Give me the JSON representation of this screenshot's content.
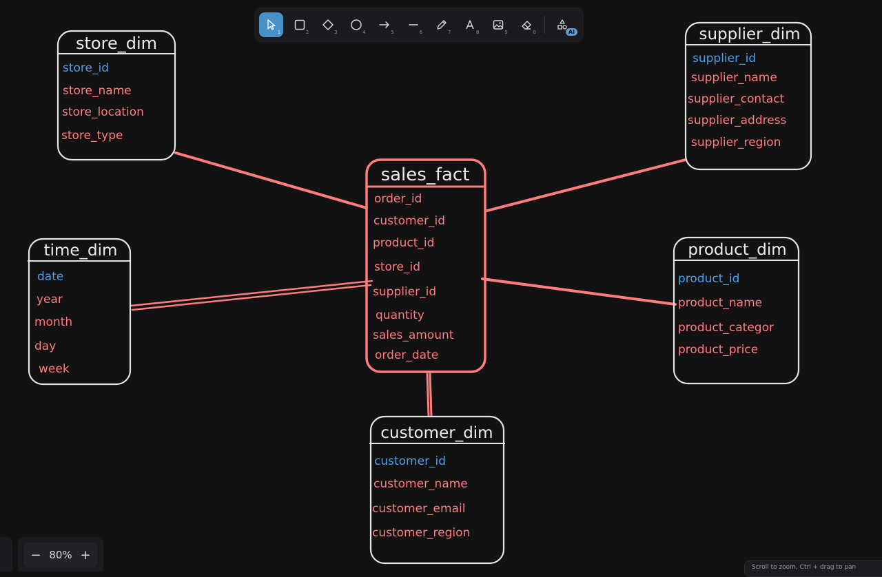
{
  "toolbar": {
    "tools": [
      {
        "name": "selection",
        "key": "1"
      },
      {
        "name": "rectangle",
        "key": "2"
      },
      {
        "name": "diamond",
        "key": "3"
      },
      {
        "name": "ellipse",
        "key": "4"
      },
      {
        "name": "arrow",
        "key": "5"
      },
      {
        "name": "line",
        "key": "6"
      },
      {
        "name": "draw",
        "key": "7"
      },
      {
        "name": "text",
        "key": "8"
      },
      {
        "name": "image",
        "key": "9"
      },
      {
        "name": "eraser",
        "key": "0"
      }
    ],
    "ai_label": "AI"
  },
  "zoom": {
    "level": "80%",
    "minus": "−",
    "plus": "+"
  },
  "footer_hint": "Scroll to zoom, Ctrl + drag to pan",
  "colors": {
    "pk": "#4f9ee8",
    "attr": "#ff7b7b",
    "title": "#ececec",
    "fact_stroke": "#ff7d7d",
    "dim_stroke": "#e6e6e6",
    "link": "#ff7d7d"
  },
  "tables": {
    "store_dim": {
      "title": "store_dim",
      "pk": "store_id",
      "fields": [
        "store_name",
        "store_location",
        "store_type"
      ]
    },
    "supplier_dim": {
      "title": "supplier_dim",
      "pk": "supplier_id",
      "fields": [
        "supplier_name",
        "supplier_contact",
        "supplier_address",
        "supplier_region"
      ]
    },
    "sales_fact": {
      "title": "sales_fact",
      "fields": [
        "order_id",
        "customer_id",
        "product_id",
        "store_id",
        "supplier_id",
        "quantity",
        "sales_amount",
        "order_date"
      ]
    },
    "time_dim": {
      "title": "time_dim",
      "pk": "date",
      "fields": [
        "year",
        "month",
        "day",
        "week"
      ]
    },
    "product_dim": {
      "title": "product_dim",
      "pk": "product_id",
      "fields": [
        "product_name",
        "product_categor",
        "product_price"
      ]
    },
    "customer_dim": {
      "title": "customer_dim",
      "pk": "customer_id",
      "fields": [
        "customer_name",
        "customer_email",
        "customer_region"
      ]
    }
  }
}
